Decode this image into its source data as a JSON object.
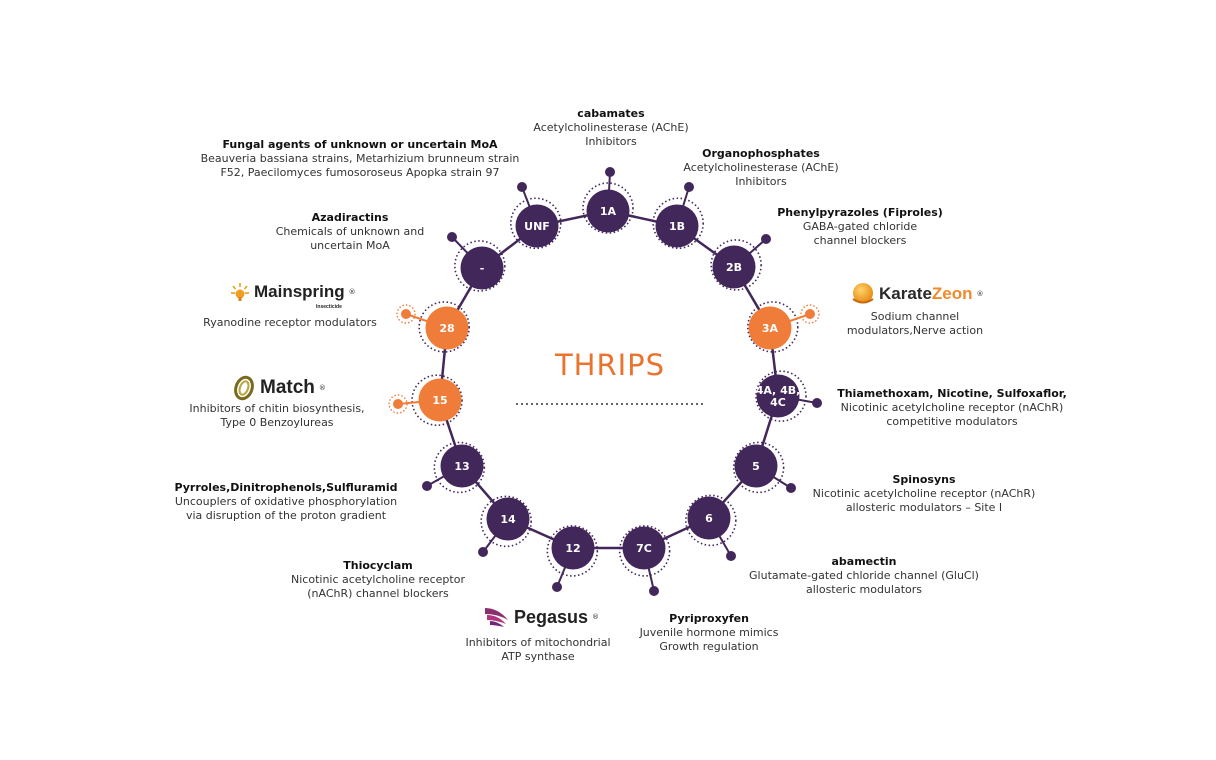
{
  "center_title": "THRIPS",
  "colors": {
    "primary": "#42275a",
    "accent": "#f07c3a",
    "line": "#42275a",
    "title": "#e8742f"
  },
  "nodes": [
    {
      "code": "1A",
      "highlight": false
    },
    {
      "code": "1B",
      "highlight": false
    },
    {
      "code": "2B",
      "highlight": false
    },
    {
      "code": "3A",
      "highlight": true
    },
    {
      "code": "4A, 4B,\n4C",
      "highlight": false
    },
    {
      "code": "5",
      "highlight": false
    },
    {
      "code": "6",
      "highlight": false
    },
    {
      "code": "7C",
      "highlight": false
    },
    {
      "code": "12",
      "highlight": false
    },
    {
      "code": "14",
      "highlight": false
    },
    {
      "code": "13",
      "highlight": false
    },
    {
      "code": "15",
      "highlight": true
    },
    {
      "code": "28",
      "highlight": true
    },
    {
      "code": "-",
      "highlight": false
    },
    {
      "code": "UNF",
      "highlight": false
    }
  ],
  "labels": {
    "carbamates": {
      "title": "cabamates",
      "line1": "Acetylcholinesterase (AChE)",
      "line2": "Inhibitors"
    },
    "organophosphates": {
      "title": "Organophosphates",
      "line1": "Acetylcholinesterase (AChE)",
      "line2": "Inhibitors"
    },
    "phenylpyrazoles": {
      "title": "Phenylpyrazoles (Fiproles)",
      "line1": "GABA-gated chloride",
      "line2": "channel blockers"
    },
    "karate": {
      "line1": "Sodium channel",
      "line2": "modulators,Nerve action"
    },
    "thiamethoxam": {
      "title": "Thiamethoxam, Nicotine, Sulfoxaflor,",
      "line1": "Nicotinic acetylcholine receptor (nAChR)",
      "line2": "competitive modulators"
    },
    "spinosyns": {
      "title": "Spinosyns",
      "line1": "Nicotinic acetylcholine receptor (nAChR)",
      "line2": "allosteric modulators – Site I"
    },
    "abamectin": {
      "title": "abamectin",
      "line1": "Glutamate-gated chloride channel (GluCl)",
      "line2": "allosteric modulators"
    },
    "pyriproxyfen": {
      "title": "Pyriproxyfen",
      "line1": "Juvenile hormone mimics",
      "line2": "Growth regulation"
    },
    "pegasus": {
      "line1": "Inhibitors of mitochondrial",
      "line2": "ATP synthase"
    },
    "thiocyclam": {
      "title": "Thiocyclam",
      "line1": "Nicotinic acetylcholine receptor",
      "line2": "(nAChR) channel blockers"
    },
    "pyrroles": {
      "title": "Pyrroles,Dinitrophenols,Sulfluramid",
      "line1": "Uncouplers of oxidative phosphorylation",
      "line2": "via disruption of the proton gradient"
    },
    "match": {
      "line1": "Inhibitors of chitin biosynthesis,",
      "line2": "Type 0 Benzoylureas"
    },
    "mainspring": {
      "line1": "Ryanodine receptor modulators"
    },
    "azadiractins": {
      "title": "Azadiractins",
      "line1": "Chemicals of unknown and",
      "line2": "uncertain MoA"
    },
    "fungal": {
      "title": "Fungal agents of unknown or uncertain MoA",
      "line1": "Beauveria bassiana strains, Metarhizium brunneum strain",
      "line2": "F52, Paecilomyces fumosoroseus Apopka strain 97"
    }
  },
  "brands": {
    "mainspring": {
      "name": "Mainspring",
      "sub": "Insecticide",
      "icon": "sun-icon"
    },
    "karate": {
      "name_a": "Karate",
      "name_b": "Zeon",
      "icon": "orange-orb-icon"
    },
    "match": {
      "name": "Match",
      "icon": "match-swirl-icon"
    },
    "pegasus": {
      "name": "Pegasus",
      "icon": "pegasus-wings-icon"
    }
  }
}
